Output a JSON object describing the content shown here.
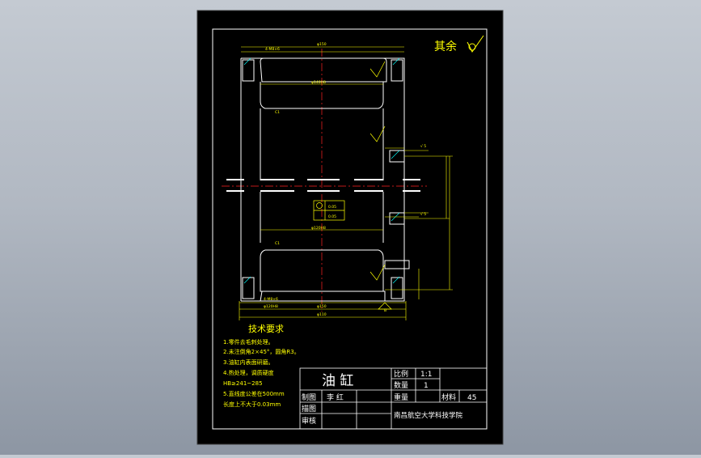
{
  "drawing": {
    "roughness_note": "其余",
    "tech_requirements": {
      "title": "技术要求",
      "lines": [
        "1.零件去毛刺处理。",
        "2.未注倒角2×45°，圆角R3。",
        "3.油缸内表面研磨。",
        "4.热处理，调质硬度",
        "HB≥241~285",
        "5.直线度公差在500mm",
        "长度上不大于0.03mm"
      ]
    },
    "title_block": {
      "part_name": "油  缸",
      "scale_label": "比例",
      "scale_value": "1:1",
      "qty_label": "数量",
      "qty_value": "1",
      "weight_label": "重量",
      "material_label": "材料",
      "material_value": "45",
      "drawn_label": "制图",
      "drawn_value": "李 红",
      "traced_label": "描图",
      "checked_label": "审核",
      "school": "南昌航空大学科技学院"
    },
    "dimensions": {
      "top_od": "φ150",
      "top_bore": "φ140H8",
      "top_thread": "4-M8×6",
      "bottom_od": "φ150",
      "bottom_od2": "φ110",
      "bottom_bore": "φ120H8",
      "bottom_thread": "4-M8×6",
      "mid_bore": "φ120H8",
      "port_top": "√ 5",
      "port_mid": "√ 5",
      "datum": "B",
      "gdt_1": "0.05",
      "gdt_2": "0.05",
      "chamfer": "C1"
    },
    "colors": {
      "sheet": "#000000",
      "outline": "#ffffff",
      "dimension": "#ffff00",
      "centerline": "#ff2222",
      "hatch": "#00ffff"
    }
  }
}
